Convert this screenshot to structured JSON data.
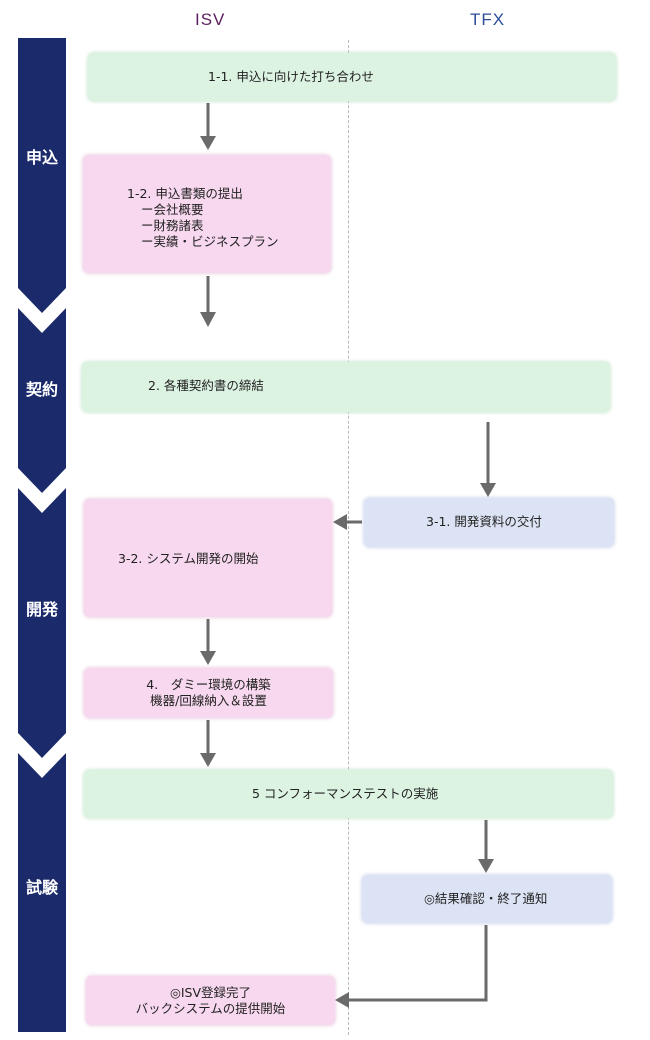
{
  "lanes": {
    "isv": "ISV",
    "tfx": "TFX"
  },
  "phases": [
    {
      "label": "申込"
    },
    {
      "label": "契約"
    },
    {
      "label": "開発"
    },
    {
      "label": "試験"
    }
  ],
  "steps": {
    "s1_1": {
      "text": "1-1. 申込に向けた打ち合わせ"
    },
    "s1_2": {
      "title": "1-2. 申込書類の提出",
      "items": [
        "ー会社概要",
        "ー財務諸表",
        "ー実績・ビジネスプラン"
      ]
    },
    "s2": {
      "text": "2. 各種契約書の締結"
    },
    "s3_1": {
      "text": "3-1. 開発資料の交付"
    },
    "s3_2": {
      "text": "3-2. システム開発の開始"
    },
    "s4": {
      "line1": "4.　ダミー環境の構築",
      "line2": "機器/回線納入＆設置"
    },
    "s5": {
      "text": "5  コンフォーマンステストの実施"
    },
    "s_confirm": {
      "text": "◎結果確認・終了通知"
    },
    "s_final": {
      "line1": "◎ISV登録完了",
      "line2": "バックシステムの提供開始"
    }
  },
  "colors": {
    "phase_bar": "#1b2a6b",
    "green": "#dcf3e2",
    "pink": "#f7d8ee",
    "blue": "#dce3f4",
    "arrow": "#6a6a6a"
  }
}
